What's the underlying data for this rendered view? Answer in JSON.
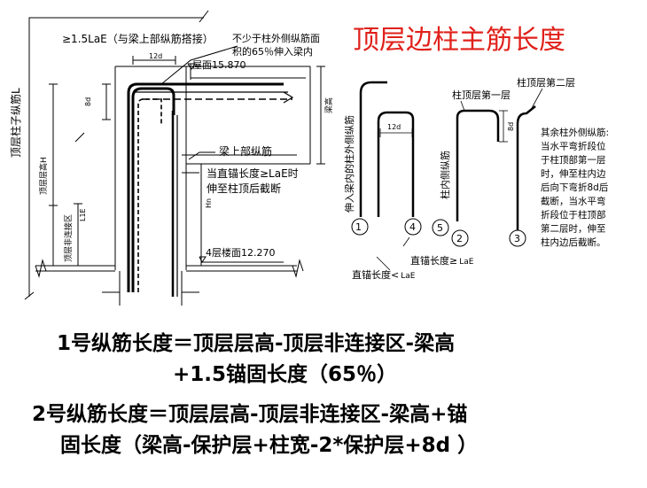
{
  "title": "顶层边柱主筋长度",
  "left_drawing": {
    "label_1_5lae": "≥1.5LaE（与梁上部纵筋搭接）",
    "label_not_less_1": "不少于柱外侧纵筋面",
    "label_not_less_2": "积的65％伸入梁内",
    "label_12d": "12d",
    "label_roof": "屋面15.870",
    "label_8d": "8d",
    "label_beam_h": "梁高",
    "label_beam_top_bar": "梁上部纵筋",
    "label_straight_1": "当直锚长度≥LaE时",
    "label_straight_2": "伸至柱顶后截断",
    "label_col_bar_L": "顶层柱子纵筋L",
    "label_storey_h": "顶层层高H",
    "label_non_conn": "顶层非连接区",
    "label_L1E": "L1E",
    "label_hn": "Hn",
    "label_floor4": "4层楼面12.270"
  },
  "right_drawing": {
    "label_top_layer_2": "柱顶层第二层",
    "label_top_layer_1": "柱顶层第一层",
    "label_into_beam": "伸入梁内的柱外侧纵筋",
    "label_inner_bar": "柱内侧纵筋",
    "label_12d": "12d",
    "label_8d": "8d",
    "circle_1": "1",
    "circle_4": "4",
    "circle_5": "5",
    "circle_2": "2",
    "circle_3": "3",
    "label_anchor_ge": "直锚长度≥",
    "label_lae_ge": "LaE",
    "label_anchor_lt": "直锚长度<",
    "label_lae_lt": "LaE",
    "note_lines": [
      "其余柱外侧纵筋:",
      "当水平弯折段位",
      "于柱顶部第一层",
      "时，伸至柱内边",
      "后向下弯折8d后",
      "截断，当水平弯",
      "折段位于柱顶部",
      "第二层时，伸至",
      "柱内边后截断。"
    ]
  },
  "formula_lines": [
    "1号纵筋长度＝顶层层高-顶层非连接区-梁高",
    "+1.5锚固长度（65％）",
    "2号纵筋长度＝顶层层高-顶层非连接区-梁高+锚",
    "固长度（梁高-保护层+柱宽-2*保护层+8d ）"
  ]
}
